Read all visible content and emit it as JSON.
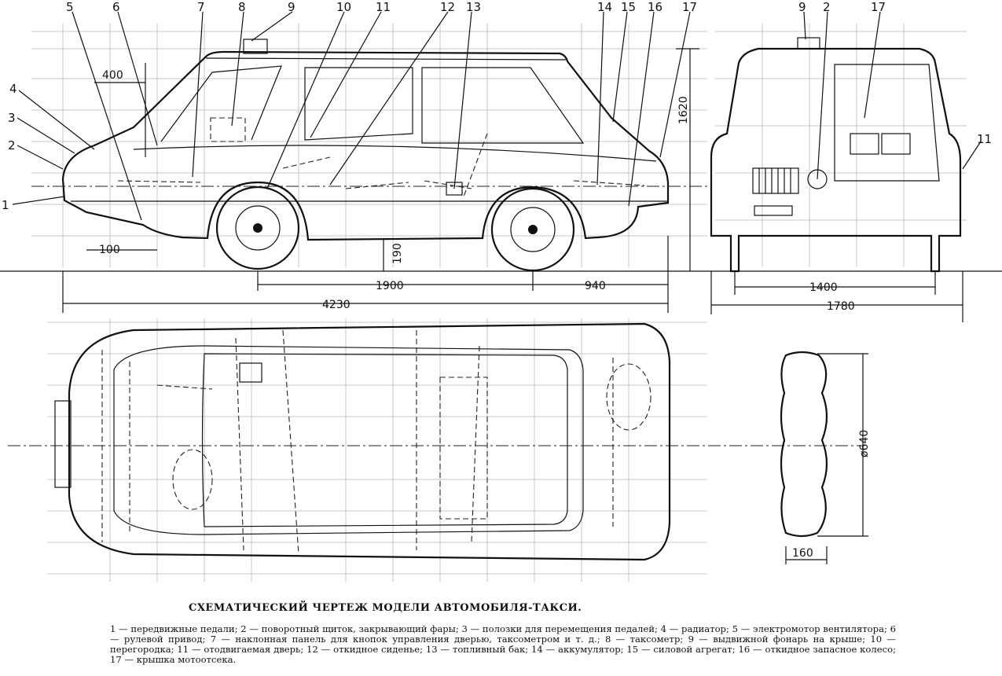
{
  "callouts": {
    "c1": "1",
    "c2": "2",
    "c3": "3",
    "c4": "4",
    "c5": "5",
    "c6": "6",
    "c7": "7",
    "c8": "8",
    "c9": "9",
    "c10": "10",
    "c11": "11",
    "c12": "12",
    "c13": "13",
    "c14": "14",
    "c15": "15",
    "c16": "16",
    "c17": "17"
  },
  "dimensions": {
    "d400": "400",
    "d100": "100",
    "d190": "190",
    "d1620": "1620",
    "d1900": "1900",
    "d940": "940",
    "d4230": "4230",
    "d1400": "1400",
    "d1780": "1780",
    "d640": "ø640",
    "d160": "160"
  },
  "caption": "СХЕМАТИЧЕСКИЙ ЧЕРТЕЖ МОДЕЛИ АВТОМОБИЛЯ-ТАКСИ.",
  "legend": "1 — передвижные педали; 2 — поворотный щиток, закрывающий фары; 3 — полозки для перемещения педалей; 4 — радиатор; 5 — электромотор вентилятора; 6 — рулевой привод; 7 — наклонная панель для кнопок управления дверью, таксометром и т. д.; 8 — таксометр; 9 — выдвижной фонарь на крыше; 10 — перегородка; 11 — отодвигаемая дверь; 12 — откидное сиденье; 13 — топливный бак; 14 — аккумулятор; 15 — силовой агрегат; 16 — откидное запасное колесо; 17 — крышка мотоотсека."
}
